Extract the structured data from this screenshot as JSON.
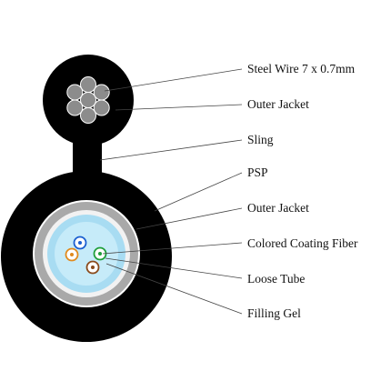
{
  "labels": {
    "steel_wire": "Steel Wire 7 x 0.7mm",
    "outer_jacket_top": "Outer Jacket",
    "sling": "Sling",
    "psp": "PSP",
    "outer_jacket_cable": "Outer Jacket",
    "colored_coating_fiber": "Colored Coating Fiber",
    "loose_tube": "Loose Tube",
    "filling_gel": "Filling Gel"
  },
  "colors": {
    "jacket": "#000000",
    "steel_wire": "#8c8c8c",
    "psp": "#a9a9a9",
    "outer_white": "#ffffff",
    "loose_tube_outer": "#f2f2f2",
    "filling_gel": "#a8dcf2",
    "fiber_blue": "#1a5fd0",
    "fiber_orange": "#e08a1e",
    "fiber_green": "#1e9e3a",
    "fiber_brown": "#8a4a1c"
  }
}
